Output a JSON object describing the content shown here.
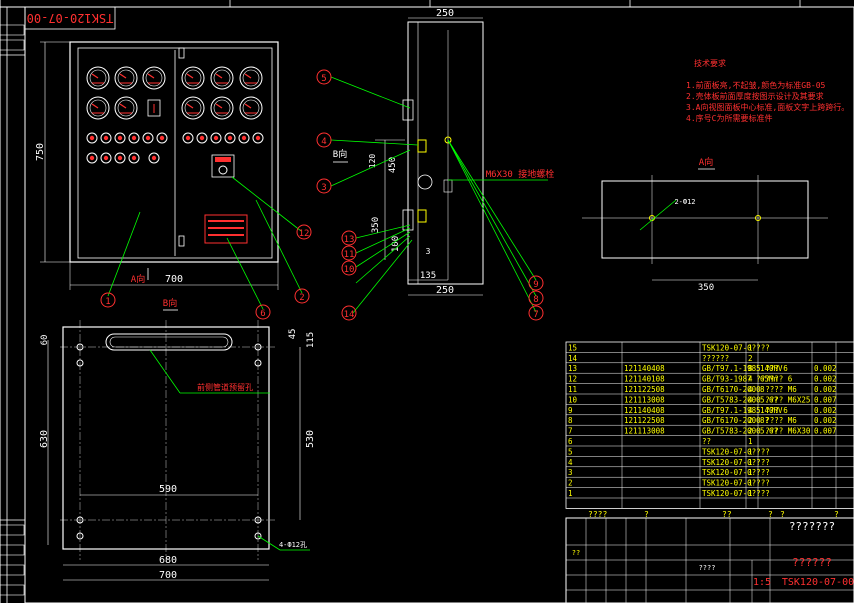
{
  "title_block_code": "TSK120-07-00",
  "front_view": {
    "label": "A向",
    "dim_height": "750",
    "dim_width": "700",
    "balloons": [
      "1",
      "2",
      "6",
      "12"
    ]
  },
  "side_view": {
    "dim_top": "250",
    "dim_bottom": "250",
    "dim_135": "135",
    "dim_450": "450",
    "dim_350": "350",
    "dim_100": "100",
    "dim_3": "3",
    "label_b": "B向",
    "bolt_note": "M6X30 接地螺栓",
    "balloons_left": [
      "5",
      "4",
      "3",
      "13",
      "11",
      "10",
      "14"
    ],
    "balloons_right": [
      "9",
      "8",
      "7"
    ]
  },
  "bottom_view": {
    "label": "B向",
    "dim_60": "60",
    "dim_45": "45",
    "dim_115": "115",
    "dim_630": "630",
    "dim_530": "530",
    "dim_590": "590",
    "dim_680": "680",
    "dim_700": "700",
    "slot_note": "前侧管道预留孔",
    "hole_note": "4-Ф12孔"
  },
  "tech": {
    "title": "技术要求",
    "lines": [
      "1.前面板亮,不起皱,颜色为标准GB-05",
      "2.壳体板前面厚度按图示设计及其要求",
      "3.A向视图面板中心标准,面板文字上跨跨行。",
      "4.序号C为所需要标准件"
    ]
  },
  "a_view": {
    "label": "A向",
    "hole": "2-Ф12",
    "dim": "350"
  },
  "bom_rows": [
    {
      "no": "15",
      "code": "",
      "name": "TSK120-07-0????",
      "qty": "1",
      "spec": "",
      "w": ""
    },
    {
      "no": "14",
      "code": "",
      "name": "??????",
      "qty": "2",
      "spec": "",
      "w": ""
    },
    {
      "no": "13",
      "code": "121140408",
      "name": "GB/T97.1-1985 ??? 6",
      "qty": "8",
      "spec": "140HV",
      "w": "0.002"
    },
    {
      "no": "12",
      "code": "121140108",
      "name": "GB/T93-1987 ?????? 6",
      "qty": "4",
      "spec": "65Mn",
      "w": "0.002"
    },
    {
      "no": "11",
      "code": "121122508",
      "name": "GB/T6170-2000 ???? M6",
      "qty": "4",
      "spec": "8",
      "w": "0.002"
    },
    {
      "no": "10",
      "code": "121113008",
      "name": "GB/T5783-2000 ???? M6X25",
      "qty": "4",
      "spec": "5.6?",
      "w": "0.007"
    },
    {
      "no": "9",
      "code": "121140408",
      "name": "GB/T97.1-1985 ??? 6",
      "qty": "4",
      "spec": "140HV",
      "w": "0.002"
    },
    {
      "no": "8",
      "code": "121122508",
      "name": "GB/T6170-2000 ???? M6",
      "qty": "2",
      "spec": "8?",
      "w": "0.002"
    },
    {
      "no": "7",
      "code": "121113008",
      "name": "GB/T5783-2000 ???? M6X30",
      "qty": "2",
      "spec": "5.6?",
      "w": "0.007"
    },
    {
      "no": "6",
      "code": "",
      "name": "??",
      "qty": "1",
      "spec": "",
      "w": ""
    },
    {
      "no": "5",
      "code": "",
      "name": "TSK120-07-0????",
      "qty": "1",
      "spec": "",
      "w": ""
    },
    {
      "no": "4",
      "code": "",
      "name": "TSK120-07-0????",
      "qty": "1",
      "spec": "",
      "w": ""
    },
    {
      "no": "3",
      "code": "",
      "name": "TSK120-07-0????",
      "qty": "1",
      "spec": "",
      "w": ""
    },
    {
      "no": "2",
      "code": "",
      "name": "TSK120-07-0????",
      "qty": "1",
      "spec": "",
      "w": ""
    },
    {
      "no": "1",
      "code": "",
      "name": "TSK120-07-0????",
      "qty": "1",
      "spec": "",
      "w": ""
    }
  ],
  "bom_header": [
    "????",
    "?",
    "??",
    "?",
    "?",
    "?"
  ],
  "title_block": {
    "name1": "???????",
    "name2": "??????",
    "scale": "1:5",
    "code": "TSK120-07-00",
    "q1": "????",
    "q2": "??"
  }
}
